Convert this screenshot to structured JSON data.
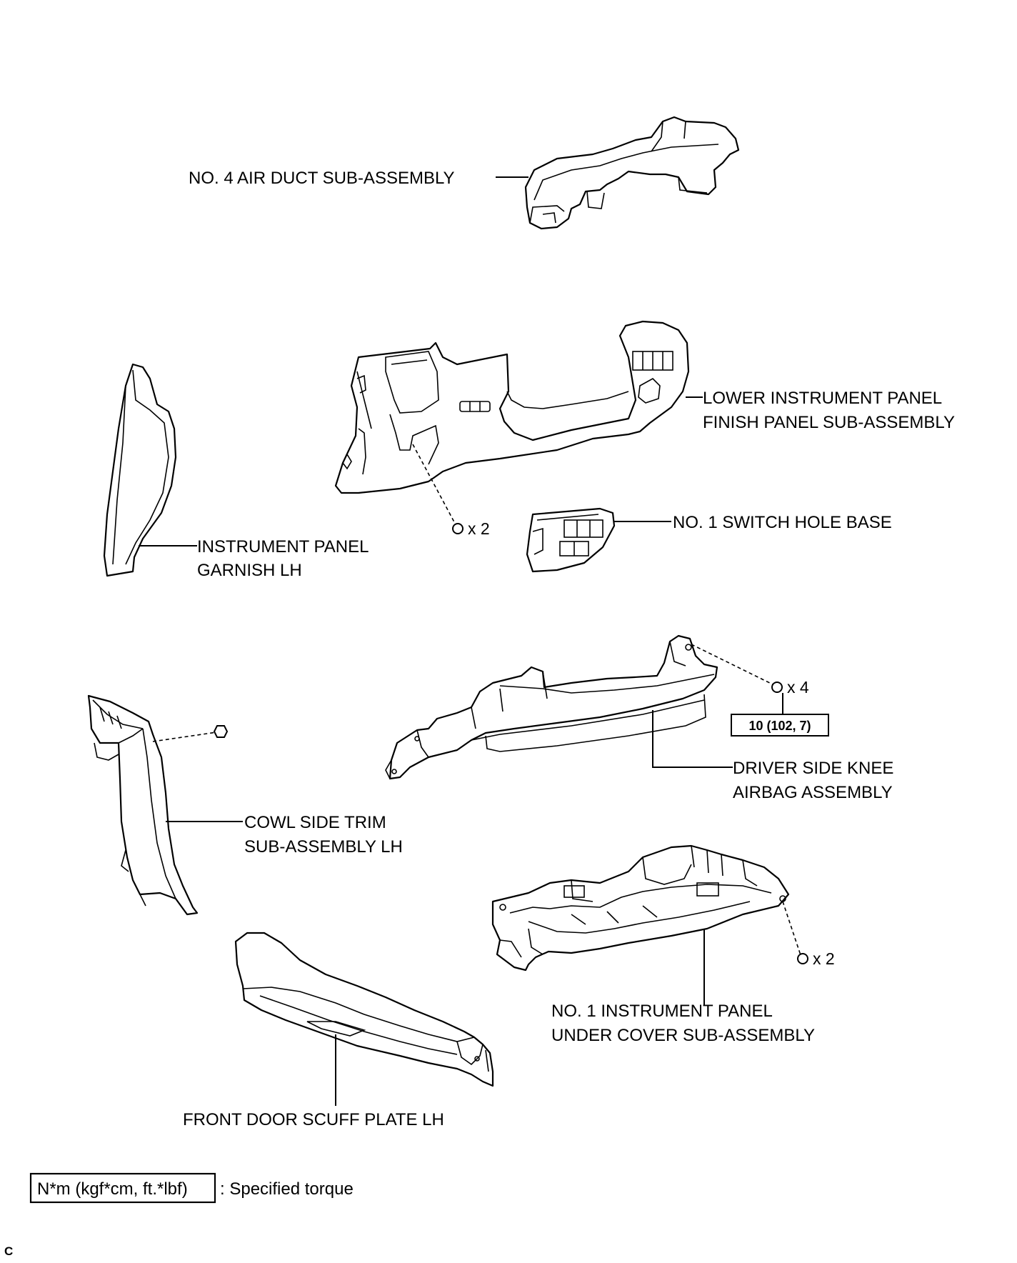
{
  "labels": {
    "air_duct": "NO. 4 AIR DUCT SUB-ASSEMBLY",
    "lower_panel_line1": "LOWER INSTRUMENT PANEL",
    "lower_panel_line2": "FINISH PANEL SUB-ASSEMBLY",
    "switch_hole_base": "NO. 1 SWITCH HOLE BASE",
    "garnish_line1": "INSTRUMENT PANEL",
    "garnish_line2": "GARNISH LH",
    "knee_airbag_line1": "DRIVER SIDE KNEE",
    "knee_airbag_line2": "AIRBAG ASSEMBLY",
    "cowl_trim_line1": "COWL SIDE TRIM",
    "cowl_trim_line2": "SUB-ASSEMBLY LH",
    "under_cover_line1": "NO. 1 INSTRUMENT PANEL",
    "under_cover_line2": "UNDER COVER SUB-ASSEMBLY",
    "scuff_plate": "FRONT DOOR SCUFF PLATE LH"
  },
  "fasteners": {
    "finish_panel_screws": "x 2",
    "knee_airbag_bolts": "x 4",
    "under_cover_screws": "x 2"
  },
  "torque": {
    "knee_airbag_value": "10 (102, 7)"
  },
  "legend": {
    "units_box": "N*m (kgf*cm, ft.*lbf)",
    "units_description": ": Specified torque"
  },
  "corner_mark": "C"
}
